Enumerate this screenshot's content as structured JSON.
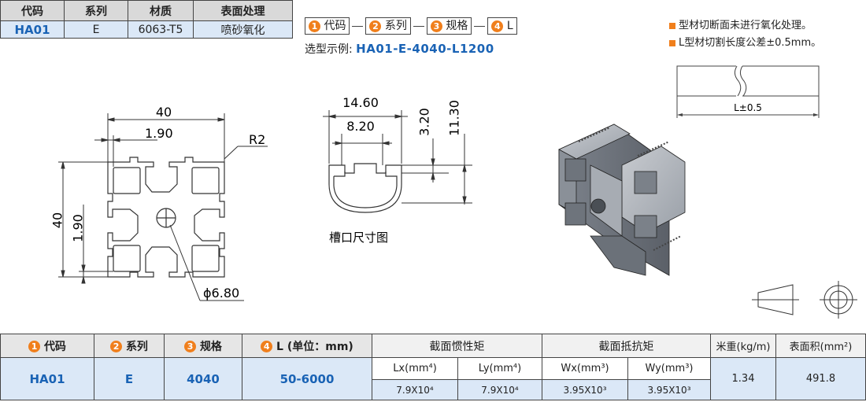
{
  "top_table": {
    "headers": [
      "代码",
      "系列",
      "材质",
      "表面处理"
    ],
    "row": [
      "HA01",
      "E",
      "6063-T5",
      "喷砂氧化"
    ]
  },
  "selection": {
    "parts": [
      {
        "num": "1",
        "label": "代码"
      },
      {
        "num": "2",
        "label": "系列"
      },
      {
        "num": "3",
        "label": "规格"
      },
      {
        "num": "4",
        "label": "L"
      }
    ],
    "example_label": "选型示例:",
    "example_value": "HA01-E-4040-L1200"
  },
  "notes": [
    "型材切断面未进行氧化处理。",
    "L型材切割长度公差±0.5mm。"
  ],
  "cut_label": "L±0.5",
  "drawing": {
    "width": "40",
    "wall": "1.90",
    "radius": "R2",
    "height": "40",
    "wall_v": "1.90",
    "hole": "ϕ6.80"
  },
  "slot": {
    "w1": "14.60",
    "w2": "8.20",
    "d1": "3.20",
    "d2": "11.30",
    "caption": "槽口尺寸图"
  },
  "bottom_table": {
    "headers": [
      {
        "num": "1",
        "label": "代码"
      },
      {
        "num": "2",
        "label": "系列"
      },
      {
        "num": "3",
        "label": "规格"
      },
      {
        "num": "4",
        "label": "L (单位：mm)"
      }
    ],
    "inertia": "截面惯性矩",
    "resist": "截面抵抗矩",
    "weight": "米重(kg/m)",
    "area": "表面积(mm²)",
    "values": [
      "HA01",
      "E",
      "4040",
      "50-6000"
    ],
    "lx": "Lx(mm⁴)",
    "ly": "Ly(mm⁴)",
    "wx": "Wx(mm³)",
    "wy": "Wy(mm³)",
    "lx_v": "7.9X10⁴",
    "ly_v": "7.9X10⁴",
    "wx_v": "3.95X10³",
    "wy_v": "3.95X10³",
    "weight_v": "1.34",
    "area_v": "491.8"
  }
}
